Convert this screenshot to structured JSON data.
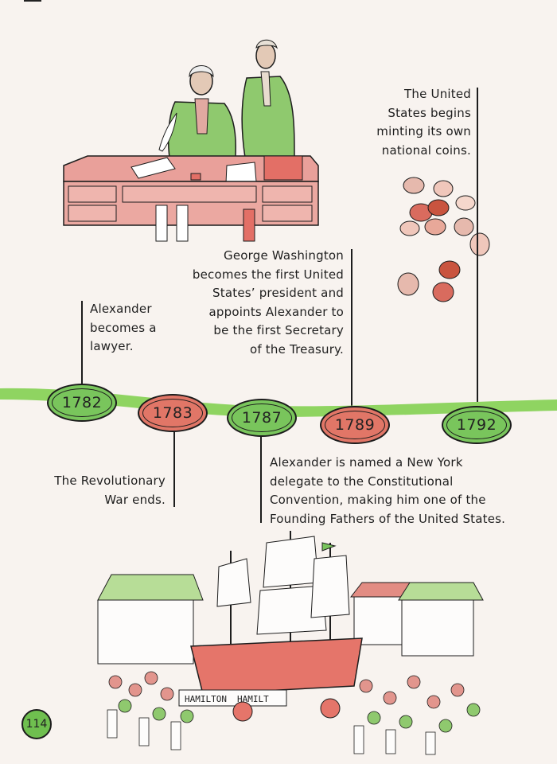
{
  "page_number": "114",
  "colors": {
    "green": "#79c55c",
    "pink": "#e17667",
    "band": "#8fd461",
    "ink": "#1d1d1d"
  },
  "events": [
    {
      "year": "1782",
      "lines": [
        "Alexander",
        "becomes a",
        "lawyer."
      ]
    },
    {
      "year": "1783",
      "lines": [
        "The Revolutionary",
        "War ends."
      ]
    },
    {
      "year": "1787",
      "lines": [
        "Alexander is named a New York",
        "delegate to the Constitutional",
        "Convention, making him one of the",
        "Founding Fathers of the United States."
      ]
    },
    {
      "year": "1789",
      "lines": [
        "George Washington",
        "becomes the first United",
        "States’ president and",
        "appoints Alexander to",
        "be the first Secretary",
        "of the Treasury."
      ]
    },
    {
      "year": "1792",
      "lines": [
        "The United",
        "States begins",
        "minting its own",
        "national coins."
      ]
    }
  ],
  "illustrations": {
    "float_banner": [
      "HAMILTON",
      "HAMILT"
    ]
  }
}
